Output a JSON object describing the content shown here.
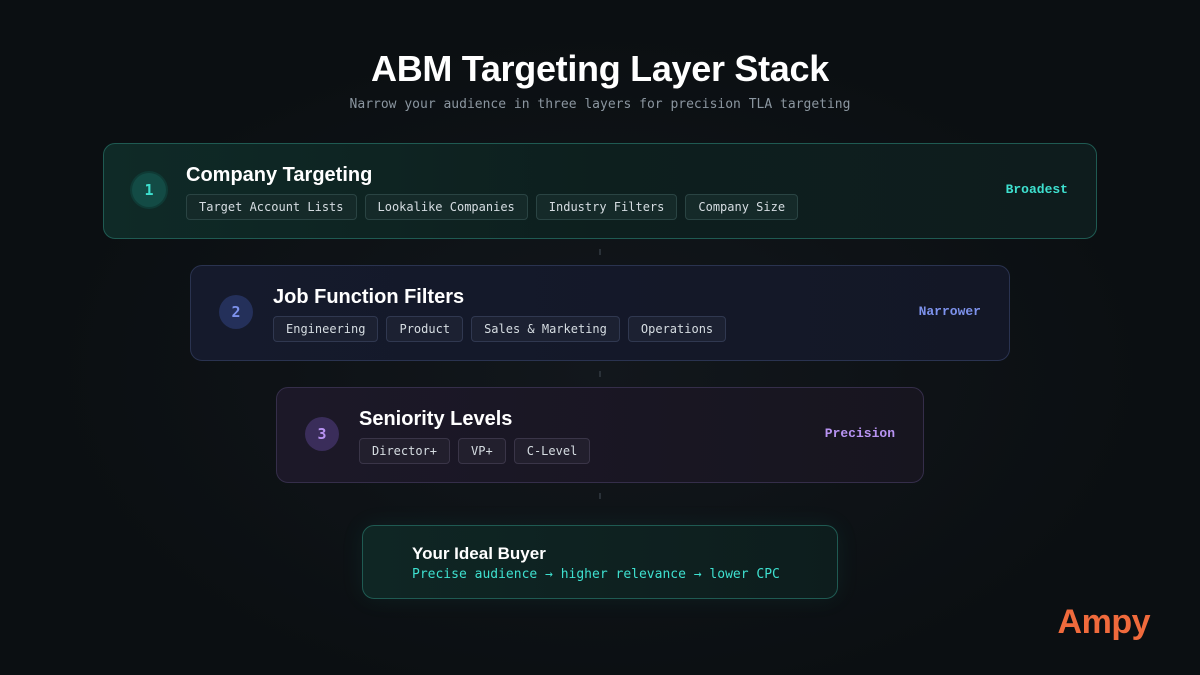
{
  "header": {
    "title": "ABM Targeting Layer Stack",
    "subtitle": "Narrow your audience in three layers for precision TLA targeting"
  },
  "layers": [
    {
      "number": "1",
      "name": "Company Targeting",
      "tags": [
        "Target Account Lists",
        "Lookalike Companies",
        "Industry Filters",
        "Company Size"
      ],
      "level": "Broadest",
      "accent": "#3ee0cf"
    },
    {
      "number": "2",
      "name": "Job Function Filters",
      "tags": [
        "Engineering",
        "Product",
        "Sales & Marketing",
        "Operations"
      ],
      "level": "Narrower",
      "accent": "#7d92ec"
    },
    {
      "number": "3",
      "name": "Seniority Levels",
      "tags": [
        "Director+",
        "VP+",
        "C-Level"
      ],
      "level": "Precision",
      "accent": "#b893f2"
    }
  ],
  "result": {
    "title": "Your Ideal Buyer",
    "description": "Precise audience → higher relevance → lower CPC"
  },
  "brand": {
    "logo_text": "Ampy",
    "color": "#f06a3c"
  }
}
